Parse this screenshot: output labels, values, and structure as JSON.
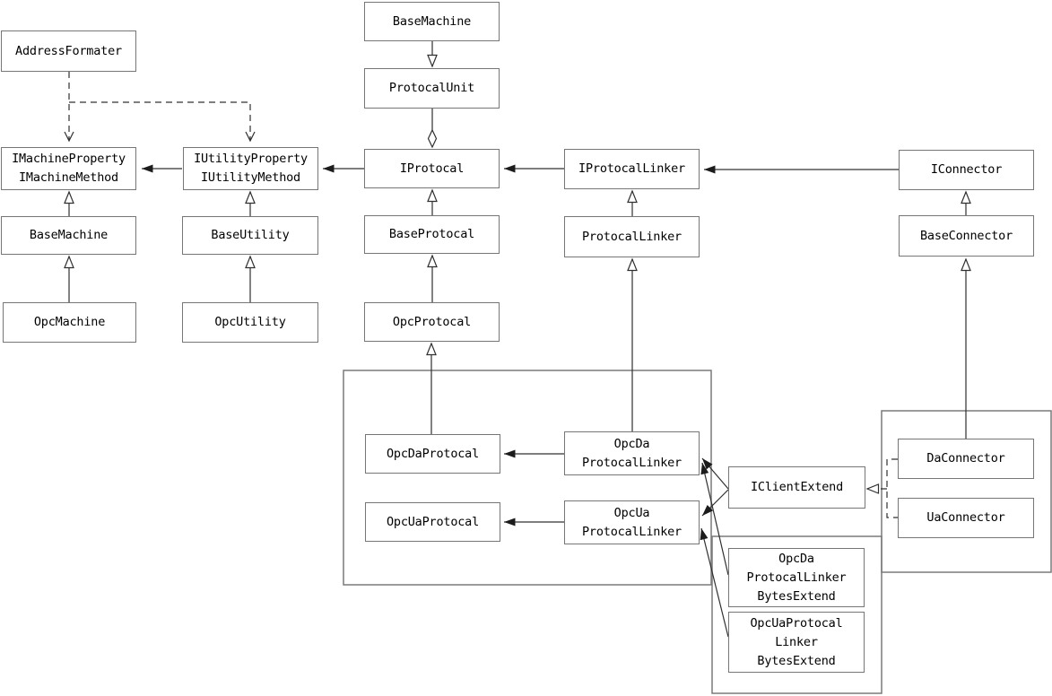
{
  "colors": {
    "background": "#ffffff",
    "box_border": "#767676",
    "group_border": "#7a7a7a",
    "line": "#303030",
    "text": "#000000"
  },
  "diagram": {
    "nodes": {
      "address_formater": {
        "label": "AddressFormater"
      },
      "i_machine": {
        "label": "IMachineProperty\nIMachineMethod"
      },
      "base_machine_left": {
        "label": "BaseMachine"
      },
      "opc_machine": {
        "label": "OpcMachine"
      },
      "i_utility": {
        "label": "IUtilityProperty\nIUtilityMethod"
      },
      "base_utility": {
        "label": "BaseUtility"
      },
      "opc_utility": {
        "label": "OpcUtility"
      },
      "base_machine_top": {
        "label": "BaseMachine"
      },
      "protocal_unit": {
        "label": "ProtocalUnit"
      },
      "i_protocal": {
        "label": "IProtocal"
      },
      "base_protocal": {
        "label": "BaseProtocal"
      },
      "opc_protocal": {
        "label": "OpcProtocal"
      },
      "i_protocal_linker": {
        "label": "IProtocalLinker"
      },
      "protocal_linker": {
        "label": "ProtocalLinker"
      },
      "i_connector": {
        "label": "IConnector"
      },
      "base_connector": {
        "label": "BaseConnector"
      },
      "opc_da_protocal": {
        "label": "OpcDaProtocal"
      },
      "opc_ua_protocal": {
        "label": "OpcUaProtocal"
      },
      "opc_da_protocal_linker": {
        "label": "OpcDa\nProtocalLinker"
      },
      "opc_ua_protocal_linker": {
        "label": "OpcUa\nProtocalLinker"
      },
      "i_client_extend": {
        "label": "IClientExtend"
      },
      "da_connector": {
        "label": "DaConnector"
      },
      "ua_connector": {
        "label": "UaConnector"
      },
      "opc_da_protocal_linker_bytes_extend": {
        "label": "OpcDa\nProtocalLinker\nBytesExtend"
      },
      "opc_ua_protocal_linker_bytes_extend": {
        "label": "OpcUaProtocal\nLinker\nBytesExtend"
      }
    }
  }
}
